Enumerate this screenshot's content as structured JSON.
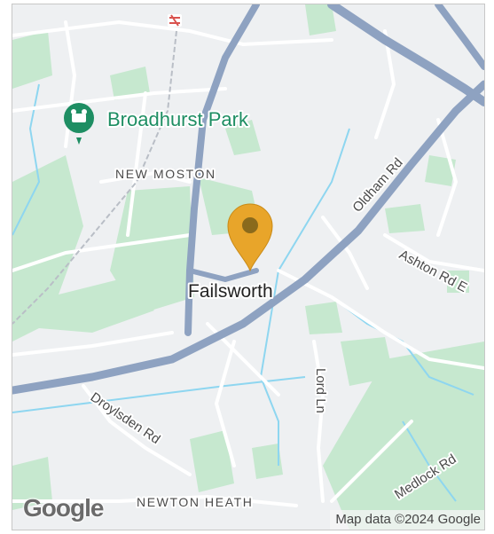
{
  "map": {
    "labels": {
      "park": "Broadhurst Park",
      "district_north": "NEW MOSTON",
      "town": "Failsworth",
      "road_oldham": "Oldham Rd",
      "road_ashton": "Ashton Rd E",
      "road_lord": "Lord Ln",
      "road_droylsden": "Droylsden Rd",
      "road_medlock": "Medlock Rd",
      "district_south": "NEWTON HEATH"
    },
    "attribution": "Map data ©2024 Google",
    "logo_text": "Google",
    "colors": {
      "land": "#eef0f2",
      "green": "#c6e8cf",
      "major_road": "#8ea2c1",
      "minor_road": "#ffffff",
      "water": "#8ed6f0",
      "pin": "#e8a52a",
      "pin_dot": "#8a6a1c",
      "park_icon": "#1e8e63",
      "rail_icon": "#d9534f"
    },
    "icons": {
      "marker": "map-pin-icon",
      "park": "park-icon",
      "rail": "rail-station-icon"
    }
  }
}
